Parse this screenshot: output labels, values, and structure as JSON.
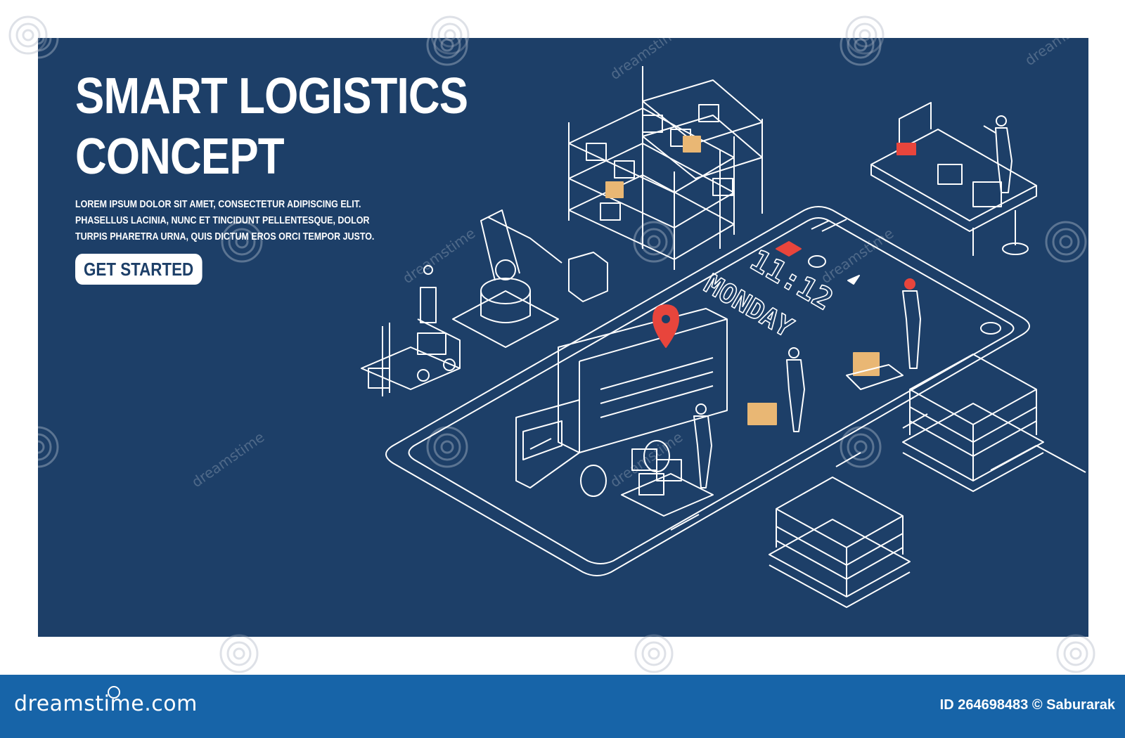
{
  "banner": {
    "title_line1": "SMART LOGISTICS",
    "title_line2": "CONCEPT",
    "body": "LOREM IPSUM DOLOR SIT AMET, CONSECTETUR ADIPISCING ELIT. PHASELLUS LACINIA, NUNC ET TINCIDUNT PELLENTESQUE, DOLOR TURPIS PHARETRA URNA, QUIS DICTUM EROS ORCI TEMPOR JUSTO.",
    "cta_label": "GET STARTED"
  },
  "phone": {
    "time": "11:12",
    "day": "MONDAY"
  },
  "watermark": {
    "text": "dreamstime"
  },
  "footer": {
    "brand": "dreamstime.com",
    "image_id": "ID 264698483 © Saburarak"
  },
  "colors": {
    "background": "#1d3f68",
    "line_art": "#ffffff",
    "accent_red": "#e8453c",
    "box_tan": "#e9b774",
    "footer_bar": "#1764a8"
  }
}
